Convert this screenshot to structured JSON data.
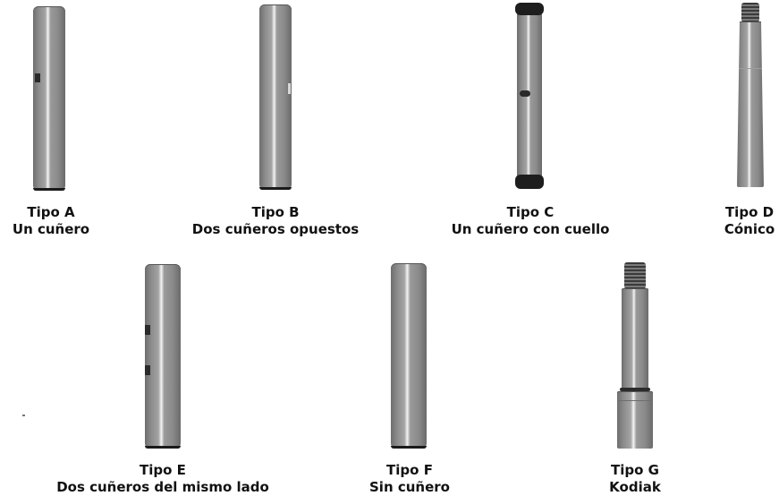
{
  "pins": [
    {
      "title": "Tipo A",
      "subtitle": "Un cuñero"
    },
    {
      "title": "Tipo B",
      "subtitle": "Dos cuñeros opuestos"
    },
    {
      "title": "Tipo C",
      "subtitle": "Un cuñero con cuello"
    },
    {
      "title": "Tipo D",
      "subtitle": "Cónico"
    },
    {
      "title": "Tipo E",
      "subtitle": "Dos cuñeros del mismo lado"
    },
    {
      "title": "Tipo F",
      "subtitle": "Sin cuñero"
    },
    {
      "title": "Tipo G",
      "subtitle": "Kodiak"
    }
  ]
}
